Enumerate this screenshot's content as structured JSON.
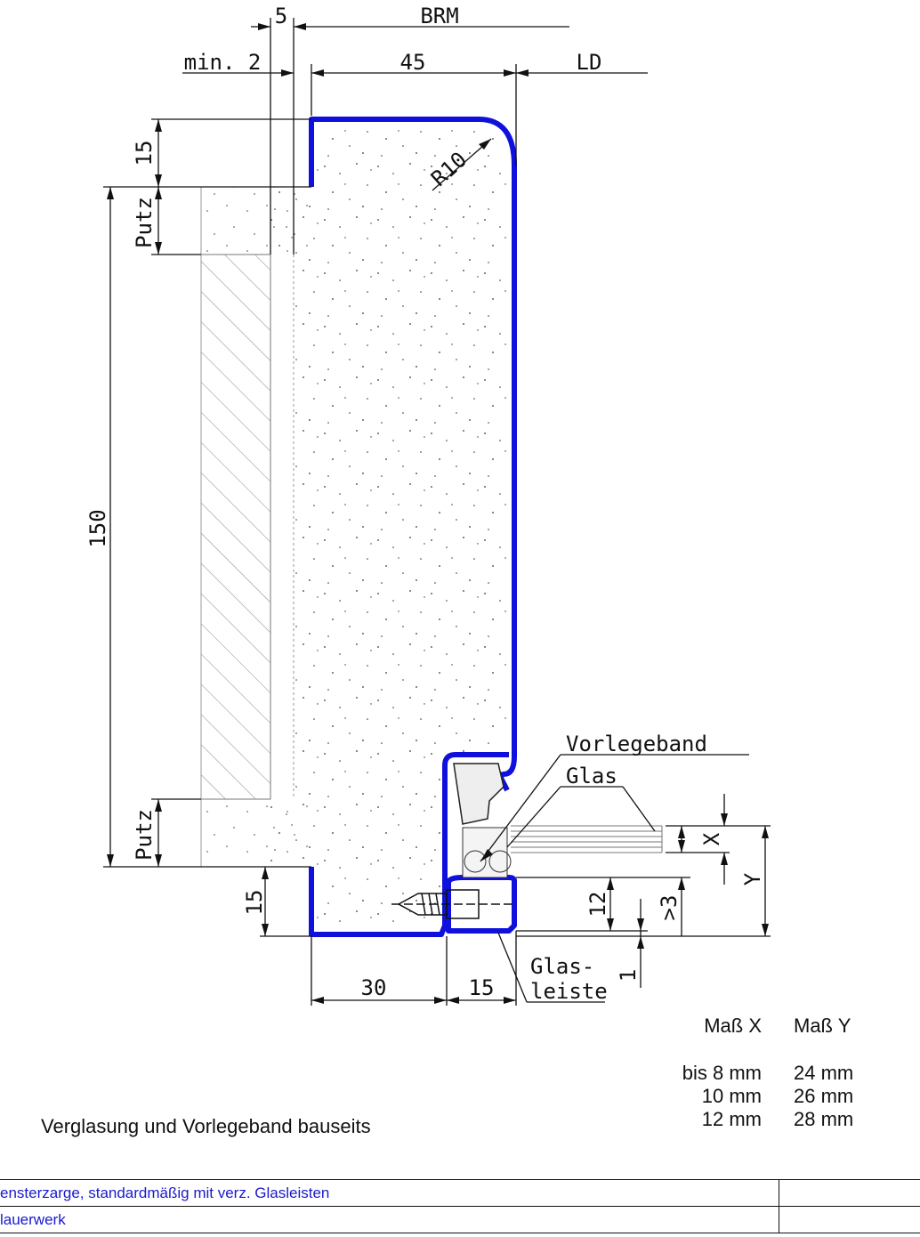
{
  "dims": {
    "brm": "BRM",
    "five": "5",
    "min2": "min. 2",
    "fortyfive": "45",
    "ld": "LD",
    "fifteen_top": "15",
    "putz_top": "Putz",
    "r10": "R10",
    "onefifty": "150",
    "putz_bottom": "Putz",
    "fifteen_bottom": "15",
    "thirty": "30",
    "fifteen_base": "15",
    "twelve": "12",
    "ge3": ">3",
    "one": "1",
    "x": "X",
    "y": "Y"
  },
  "labels": {
    "vorlegeband": "Vorlegeband",
    "glas": "Glas",
    "glasleiste_1": "Glas-",
    "glasleiste_2": "leiste"
  },
  "table": {
    "header_x": "Maß X",
    "header_y": "Maß Y",
    "rows": [
      {
        "x": "bis 8 mm",
        "y": "24 mm"
      },
      {
        "x": "10 mm",
        "y": "26 mm"
      },
      {
        "x": "12 mm",
        "y": "28 mm"
      }
    ]
  },
  "note": "Verglasung und Vorlegeband bauseits",
  "footer": {
    "row1": "ensterzarge, standardmäßig mit verz. Glasleisten",
    "row2": "lauerwerk"
  },
  "colors": {
    "frame": "#1010dd",
    "line": "#111111",
    "footer_text": "#1a1acc"
  }
}
